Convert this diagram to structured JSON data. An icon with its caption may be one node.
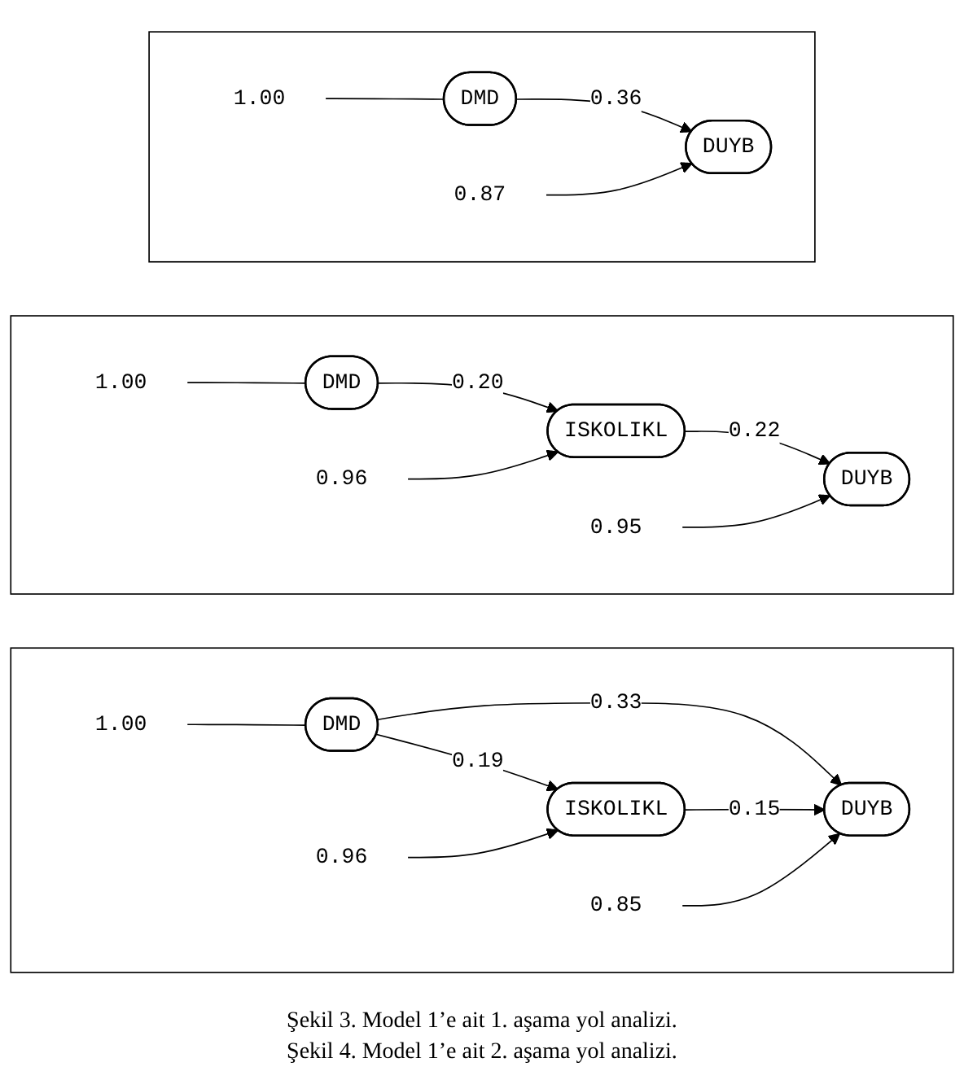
{
  "diagram": {
    "nodes": [
      {
        "text": [],
        "shape": "box"
      },
      {
        "text": [
          "1.00"
        ],
        "in": 0
      },
      {
        "text": [
          "DMD"
        ],
        "in": 0
      },
      {
        "text": [
          "DUYB"
        ],
        "in": 0
      },
      {
        "text": [
          "0.87"
        ],
        "in": 0
      },
      {
        "text": [],
        "shape": "box"
      },
      {
        "text": [
          "ISKOLIKL"
        ],
        "in": 5
      },
      {
        "text": [
          "0.96"
        ],
        "in": 5
      },
      {
        "text": [
          "1.00"
        ],
        "in": 5
      },
      {
        "text": [
          "DMD"
        ],
        "in": 5
      },
      {
        "text": [
          "DUYB"
        ],
        "in": 5
      },
      {
        "text": [
          "0.95"
        ],
        "in": 5
      },
      {
        "text": [],
        "shape": "box"
      },
      {
        "text": [
          "ISKOLIKL"
        ],
        "in": 12
      },
      {
        "text": [
          "0.96"
        ],
        "in": 12
      },
      {
        "text": [
          "1.00"
        ],
        "in": 12
      },
      {
        "text": [
          "DMD"
        ],
        "in": 12
      },
      {
        "text": [
          "DUYB"
        ],
        "in": 12
      },
      {
        "text": [
          "0.85"
        ],
        "in": 12
      }
    ],
    "edges": [
      {
        "from": 1,
        "to": 2,
        "arrow": "none"
      },
      {
        "from": 2,
        "to": 3,
        "arrow": "to",
        "label": "0.36"
      },
      {
        "from": 4,
        "to": 3,
        "arrow": "to"
      },
      {
        "from": 8,
        "to": 9,
        "arrow": "none"
      },
      {
        "from": 9,
        "to": 6,
        "arrow": "to",
        "label": "0.20"
      },
      {
        "from": 7,
        "to": 6,
        "arrow": "to"
      },
      {
        "from": 6,
        "to": 10,
        "arrow": "to",
        "label": "0.22"
      },
      {
        "from": 11,
        "to": 10,
        "arrow": "to"
      },
      {
        "from": 15,
        "to": 16,
        "arrow": "none"
      },
      {
        "from": 16,
        "to": 13,
        "arrow": "to",
        "label": "0.19"
      },
      {
        "from": 14,
        "to": 13,
        "arrow": "to"
      },
      {
        "from": 16,
        "to": 17,
        "arrow": "to",
        "label": "0.33"
      },
      {
        "from": 13,
        "to": 17,
        "arrow": "to",
        "label": "0.15"
      },
      {
        "from": 18,
        "to": 17,
        "arrow": "to"
      }
    ],
    "labels": [
      "Şekil 3. Model 1’e ait 1. aşama yol analizi.",
      "Şekil 4. Model 1’e ait 2. aşama yol analizi."
    ]
  }
}
